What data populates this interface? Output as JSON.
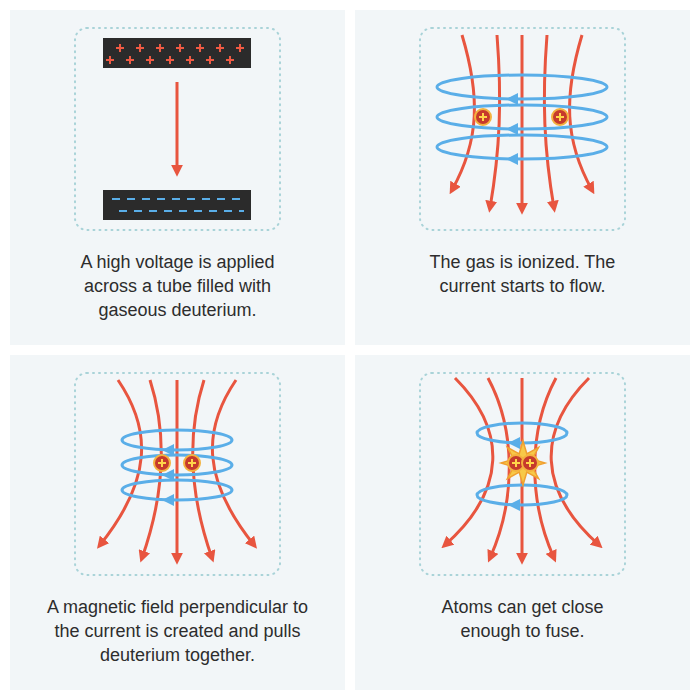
{
  "diagram": {
    "nodes": [
      {
        "text": [
          "A high voltage is applied across a tube filled with gaseous deuterium."
        ]
      },
      {
        "text": [
          "The gas is ionized. The current starts to flow."
        ]
      },
      {
        "text": [
          "A magnetic field perpendicular to the current is created and pulls deuterium together."
        ]
      },
      {
        "text": [
          "Atoms can get close enough to fuse."
        ]
      }
    ]
  }
}
